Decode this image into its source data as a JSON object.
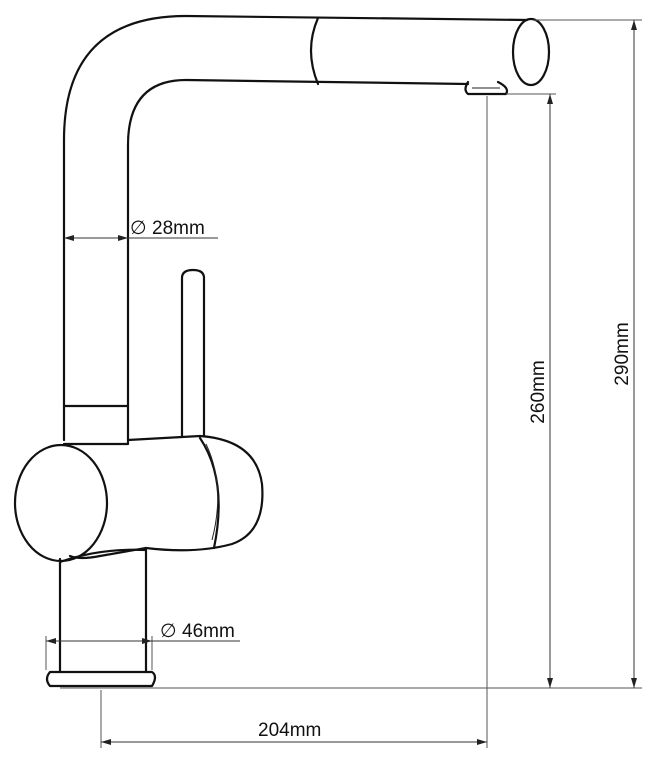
{
  "dimensions": {
    "spout_diameter": "28mm",
    "base_diameter": "46mm",
    "spout_reach": "204mm",
    "spout_height": "260mm",
    "total_height": "290mm"
  },
  "symbols": {
    "diameter": "∅"
  }
}
